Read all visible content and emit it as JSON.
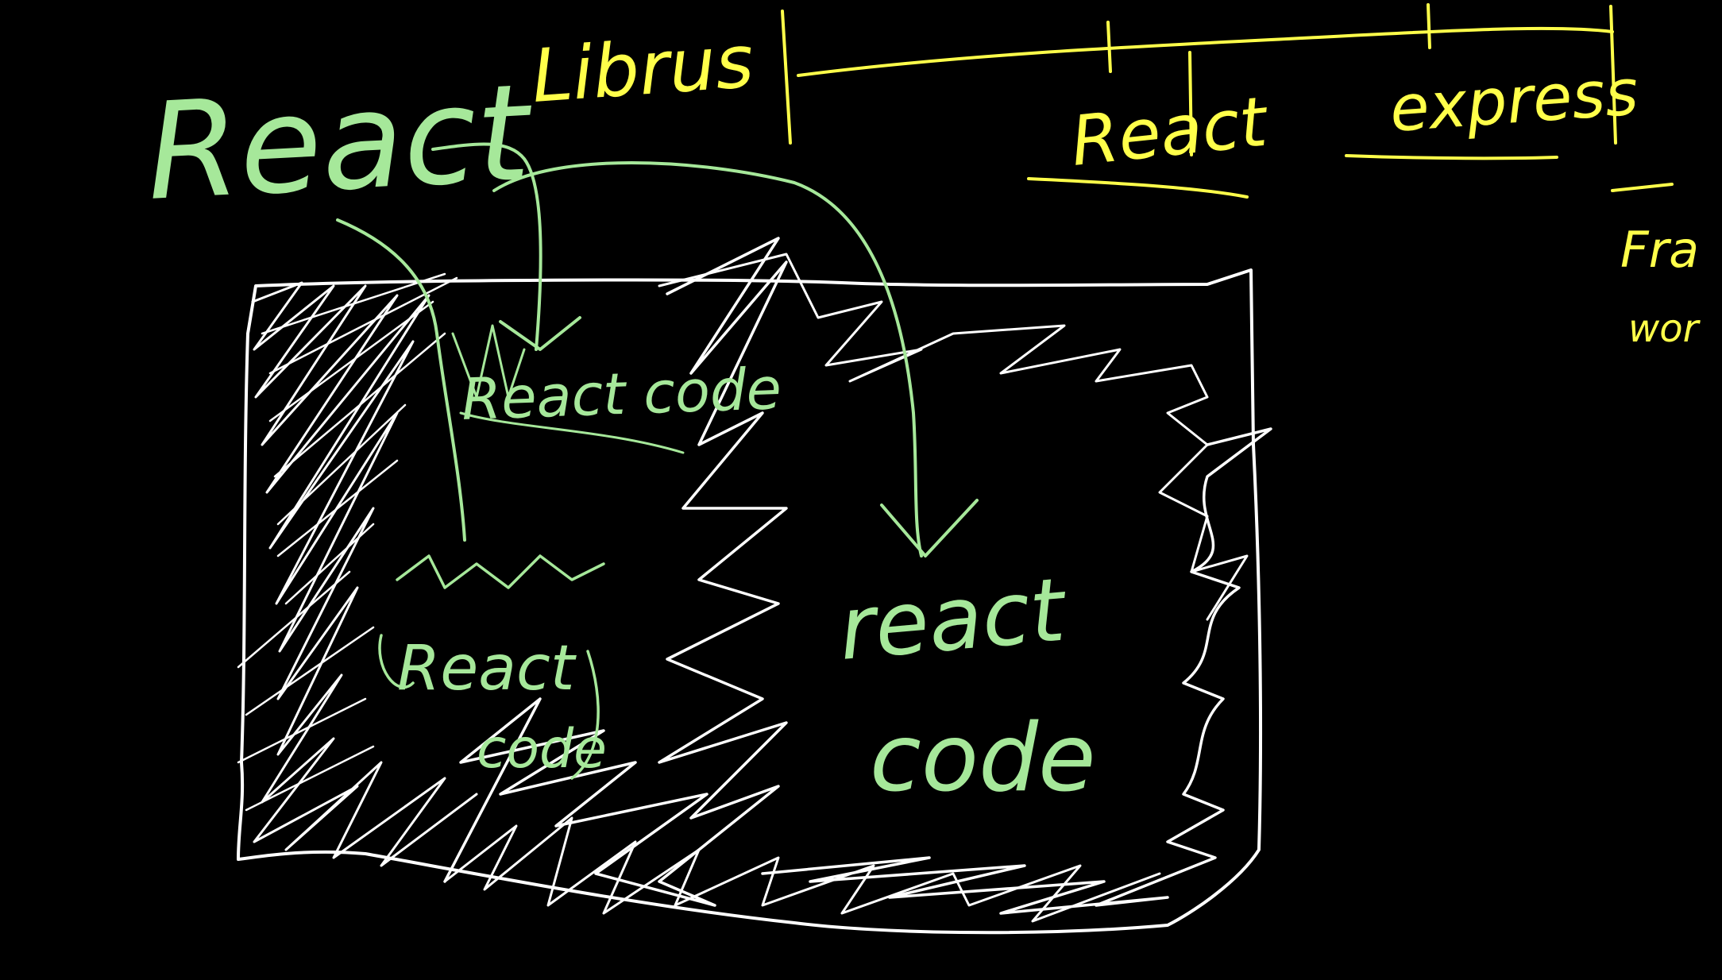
{
  "board": {
    "background": "#000000",
    "colors": {
      "white": "#ffffff",
      "green": "#a6e89a",
      "yellow": "#ffff4a"
    }
  },
  "timeline": {
    "libraries_label": "Librus",
    "react_label": "React",
    "express_label": "express",
    "frameworks_label_line1": "Fra",
    "frameworks_label_line2": "wor"
  },
  "react_title": "React",
  "webpage": {
    "react_code_top_label": "React code",
    "react_code_bottom_label_line1": "React",
    "react_code_bottom_label_line2": "code",
    "react_code_right_label_line1": "react",
    "react_code_right_label_line2": "code"
  }
}
